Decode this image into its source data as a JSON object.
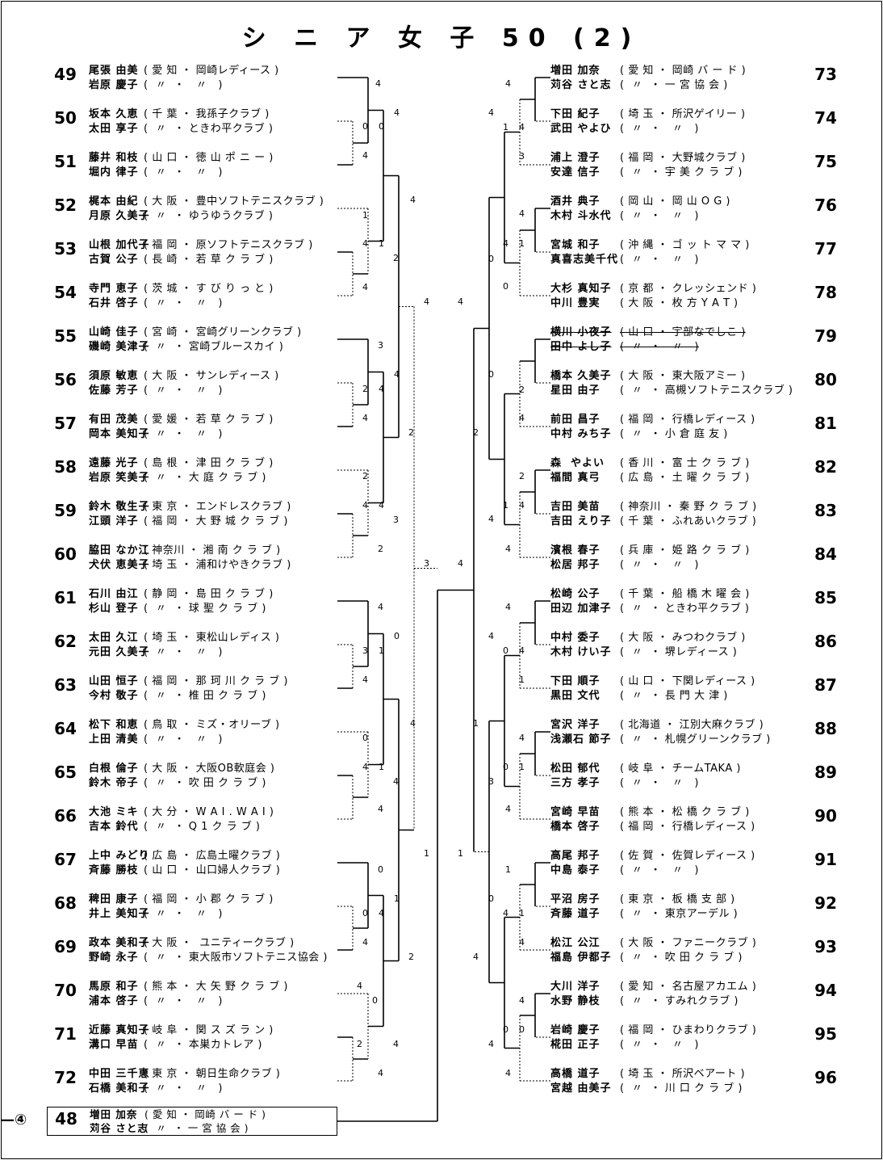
{
  "title": "シ ニ ア 女 子 50 (2)",
  "champion_marker": "—④",
  "champion": {
    "seed": "48",
    "players": [
      [
        "増田 加奈",
        "( 愛 知 ・ 岡崎 バ ー ド )"
      ],
      [
        "苅谷 さと志",
        "(  〃  ・ 一 宮 協 会 )"
      ]
    ]
  },
  "left": [
    {
      "seed": "49",
      "players": [
        [
          "尾張 由美",
          "( 愛 知 ・ 岡崎レディース )"
        ],
        [
          "岩原 慶子",
          "(  〃  ・   〃   )"
        ]
      ]
    },
    {
      "seed": "50",
      "players": [
        [
          "坂本 久恵",
          "( 千 葉 ・ 我孫子クラブ )"
        ],
        [
          "太田 享子",
          "(  〃  ・ ときわ平クラブ )"
        ]
      ]
    },
    {
      "seed": "51",
      "players": [
        [
          "藤井 和枝",
          "( 山 口 ・ 徳 山 ポ ニ ー )"
        ],
        [
          "堀内 律子",
          "(  〃  ・   〃   )"
        ]
      ]
    },
    {
      "seed": "52",
      "players": [
        [
          "梶本 由紀",
          "( 大 阪 ・ 豊中ソフトテニスクラブ )"
        ],
        [
          "月原 久美子",
          "(  〃  ・ ゆうゆうクラブ )"
        ]
      ]
    },
    {
      "seed": "53",
      "players": [
        [
          "山根 加代子",
          "( 福 岡 ・ 原ソフトテニスクラブ )"
        ],
        [
          "古賀 公子",
          "( 長 崎 ・ 若 草 ク ラ ブ )"
        ]
      ]
    },
    {
      "seed": "54",
      "players": [
        [
          "寺門 恵子",
          "( 茨 城 ・ す び り っ と )"
        ],
        [
          "石井 啓子",
          "(  〃  ・   〃   )"
        ]
      ]
    },
    {
      "seed": "55",
      "players": [
        [
          "山崎 佳子",
          "( 宮 崎 ・ 宮崎グリーンクラブ )"
        ],
        [
          "磯崎 美津子",
          "(  〃  ・ 宮崎ブルースカイ )"
        ]
      ]
    },
    {
      "seed": "56",
      "players": [
        [
          "須原 敏恵",
          "( 大 阪 ・ サンレディース )"
        ],
        [
          "佐藤 芳子",
          "(  〃  ・   〃   )"
        ]
      ]
    },
    {
      "seed": "57",
      "players": [
        [
          "有田 茂美",
          "( 愛 媛 ・ 若 草 ク ラ ブ )"
        ],
        [
          "岡本 美知子",
          "(  〃  ・   〃   )"
        ]
      ]
    },
    {
      "seed": "58",
      "players": [
        [
          "遠藤 光子",
          "( 島 根 ・ 津 田 ク ラ ブ )"
        ],
        [
          "岩原 笑美子",
          "(  〃  ・ 大 庭 ク ラ ブ )"
        ]
      ]
    },
    {
      "seed": "59",
      "players": [
        [
          "鈴木 敬生子",
          "( 東 京 ・ エンドレスクラブ )"
        ],
        [
          "江頭 洋子",
          "( 福 岡 ・ 大 野 城 ク ラ ブ )"
        ]
      ]
    },
    {
      "seed": "60",
      "players": [
        [
          "脇田 なか江",
          "( 神奈川 ・ 湘 南 ク ラ ブ )"
        ],
        [
          "犬伏 恵美子",
          "( 埼 玉 ・ 浦和けやきクラブ )"
        ]
      ]
    },
    {
      "seed": "61",
      "players": [
        [
          "石川 由江",
          "( 静 岡 ・ 島 田 ク ラ ブ )"
        ],
        [
          "杉山 登子",
          "(  〃  ・ 球 聖 ク ラ ブ )"
        ]
      ]
    },
    {
      "seed": "62",
      "players": [
        [
          "太田 久江",
          "( 埼 玉 ・ 東松山レディス )"
        ],
        [
          "元田 久美子",
          "(  〃  ・   〃   )"
        ]
      ]
    },
    {
      "seed": "63",
      "players": [
        [
          "山田 恒子",
          "( 福 岡 ・ 那 珂 川 ク ラ ブ )"
        ],
        [
          "今村 敬子",
          "(  〃  ・ 椎 田 ク ラ ブ )"
        ]
      ]
    },
    {
      "seed": "64",
      "players": [
        [
          "松下 和恵",
          "( 鳥 取 ・ ミズ・オリーブ )"
        ],
        [
          "上田 清美",
          "(  〃  ・   〃   )"
        ]
      ]
    },
    {
      "seed": "65",
      "players": [
        [
          "白根 倫子",
          "( 大 阪 ・ 大阪OB軟庭会 )"
        ],
        [
          "鈴木 帝子",
          "(  〃  ・ 吹 田 ク ラ ブ )"
        ]
      ]
    },
    {
      "seed": "66",
      "players": [
        [
          "大池 ミキ",
          "( 大 分 ・ W A I . W A I )"
        ],
        [
          "吉本 鈴代",
          "(  〃  ・ Q 1 ク ラ ブ )"
        ]
      ]
    },
    {
      "seed": "67",
      "players": [
        [
          "上中 みどり",
          "( 広 島 ・ 広島土曜クラブ )"
        ],
        [
          "斉藤 勝枝",
          "( 山 口 ・ 山口婦人クラブ )"
        ]
      ]
    },
    {
      "seed": "68",
      "players": [
        [
          "稗田 康子",
          "( 福 岡 ・ 小 郡 ク ラ ブ )"
        ],
        [
          "井上 美知子",
          "(  〃  ・   〃   )"
        ]
      ]
    },
    {
      "seed": "69",
      "players": [
        [
          "政本 美和子",
          "( 大 阪 ・  ユニティークラブ )"
        ],
        [
          "野崎 永子",
          "(  〃  ・ 東大阪市ソフトテニス協会 )"
        ]
      ]
    },
    {
      "seed": "70",
      "players": [
        [
          "馬原 和子",
          "( 熊 本 ・ 大 矢 野 ク ラ ブ )"
        ],
        [
          "浦本 啓子",
          "(  〃  ・   〃   )"
        ]
      ]
    },
    {
      "seed": "71",
      "players": [
        [
          "近藤 真知子",
          "( 岐 阜 ・ 関 ス ズ ラ ン )"
        ],
        [
          "溝口 早苗",
          "(  〃  ・ 本巣カトレア )"
        ]
      ]
    },
    {
      "seed": "72",
      "players": [
        [
          "中田 三千恵",
          "( 東 京 ・ 朝日生命クラブ )"
        ],
        [
          "石橋 美和子",
          "(  〃  ・   〃   )"
        ]
      ]
    }
  ],
  "right": [
    {
      "seed": "73",
      "players": [
        [
          "増田 加奈",
          "( 愛 知 ・ 岡崎 バ ー ド )"
        ],
        [
          "苅谷 さと志",
          "(  〃  ・ 一 宮 協 会 )"
        ]
      ]
    },
    {
      "seed": "74",
      "players": [
        [
          "下田 紀子",
          "( 埼 玉 ・ 所沢ゲイリー )"
        ],
        [
          "武田 やよひ",
          "(  〃  ・   〃   )"
        ]
      ]
    },
    {
      "seed": "75",
      "players": [
        [
          "浦上 澄子",
          "( 福 岡 ・ 大野城クラブ )"
        ],
        [
          "安達 信子",
          "(  〃  ・ 宇 美 ク ラ ブ )"
        ]
      ]
    },
    {
      "seed": "76",
      "players": [
        [
          "酒井 典子",
          "( 岡 山 ・ 岡 山 O G )"
        ],
        [
          "木村 斗水代",
          "(  〃  ・   〃   )"
        ]
      ]
    },
    {
      "seed": "77",
      "players": [
        [
          "宮城 和子",
          "( 沖 縄 ・ ゴ ッ ト マ マ )"
        ],
        [
          "真喜志美千代",
          "(  〃  ・   〃   )"
        ]
      ]
    },
    {
      "seed": "78",
      "players": [
        [
          "大杉 真知子",
          "( 京 都 ・ クレッシェンド )"
        ],
        [
          "中川 豊実",
          "( 大 阪 ・ 枚 方 Y A T )"
        ]
      ]
    },
    {
      "seed": "79",
      "withdrawn": true,
      "players": [
        [
          "横川 小夜子",
          "( 山 口 ・ 宇部なでしこ )"
        ],
        [
          "田中 よし子",
          "(  〃  ・   〃   )"
        ]
      ]
    },
    {
      "seed": "80",
      "players": [
        [
          "橋本 久美子",
          "( 大 阪 ・ 東大阪アミー )"
        ],
        [
          "星田 由子",
          "(  〃  ・ 高槻ソフトテニスクラブ )"
        ]
      ]
    },
    {
      "seed": "81",
      "players": [
        [
          "前田 昌子",
          "( 福 岡 ・ 行橋レディース )"
        ],
        [
          "中村 みち子",
          "(  〃  ・ 小 倉 庭 友 )"
        ]
      ]
    },
    {
      "seed": "82",
      "players": [
        [
          "森  やよい",
          "( 香 川 ・ 富 士 ク ラ ブ )"
        ],
        [
          "福間 真弓",
          "( 広 島 ・ 土 曜 ク ラ ブ )"
        ]
      ]
    },
    {
      "seed": "83",
      "players": [
        [
          "吉田 美苗",
          "( 神奈川 ・ 秦 野 ク ラ ブ )"
        ],
        [
          "吉田 えり子",
          "( 千 葉 ・ ふれあいクラブ )"
        ]
      ]
    },
    {
      "seed": "84",
      "players": [
        [
          "濱根 春子",
          "( 兵 庫 ・ 姫 路 ク ラ ブ )"
        ],
        [
          "松居 邦子",
          "(  〃  ・   〃   )"
        ]
      ]
    },
    {
      "seed": "85",
      "players": [
        [
          "松崎 公子",
          "( 千 葉 ・ 船 橋 木 曜 会 )"
        ],
        [
          "田辺 加津子",
          "(  〃  ・ ときわ平クラブ )"
        ]
      ]
    },
    {
      "seed": "86",
      "players": [
        [
          "中村 委子",
          "( 大 阪 ・ みつわクラブ )"
        ],
        [
          "木村 けい子",
          "(  〃  ・ 堺レディース )"
        ]
      ]
    },
    {
      "seed": "87",
      "players": [
        [
          "下田 順子",
          "( 山 口 ・ 下関レディース )"
        ],
        [
          "黒田 文代",
          "(  〃  ・ 長 門 大 津 )"
        ]
      ]
    },
    {
      "seed": "88",
      "players": [
        [
          "宮沢 洋子",
          "( 北海道 ・ 江別大麻クラブ )"
        ],
        [
          "浅瀬石 節子",
          "(  〃  ・ 札幌グリーンクラブ )"
        ]
      ]
    },
    {
      "seed": "89",
      "players": [
        [
          "松田 郁代",
          "( 岐 阜 ・ チームTAKA )"
        ],
        [
          "三方 孝子",
          "(  〃  ・   〃   )"
        ]
      ]
    },
    {
      "seed": "90",
      "players": [
        [
          "宮崎 早苗",
          "( 熊 本 ・ 松 橋 ク ラ ブ )"
        ],
        [
          "橋本 啓子",
          "( 福 岡 ・ 行橋レディース )"
        ]
      ]
    },
    {
      "seed": "91",
      "players": [
        [
          "高尾 邦子",
          "( 佐 賀 ・ 佐賀レディース )"
        ],
        [
          "中島 泰子",
          "(  〃  ・   〃   )"
        ]
      ]
    },
    {
      "seed": "92",
      "players": [
        [
          "平沼 房子",
          "( 東 京 ・ 板 橋 支 部 )"
        ],
        [
          "斉藤 道子",
          "(  〃  ・ 東京アーデル )"
        ]
      ]
    },
    {
      "seed": "93",
      "players": [
        [
          "松江 公江",
          "( 大 阪 ・ ファニークラブ )"
        ],
        [
          "福島 伊都子",
          "(  〃  ・ 吹 田 ク ラ ブ )"
        ]
      ]
    },
    {
      "seed": "94",
      "players": [
        [
          "大川 洋子",
          "( 愛 知 ・ 名古屋アカエム )"
        ],
        [
          "水野 静枝",
          "(  〃  ・ すみれクラブ )"
        ]
      ]
    },
    {
      "seed": "95",
      "players": [
        [
          "岩崎 慶子",
          "( 福 岡 ・ ひまわりクラブ )"
        ],
        [
          "椛田 正子",
          "(  〃  ・   〃   )"
        ]
      ]
    },
    {
      "seed": "96",
      "players": [
        [
          "高橋 道子",
          "( 埼 玉 ・ 所沢ベアート )"
        ],
        [
          "宮越 由美子",
          "(  〃  ・ 川 口 ク ラ ブ )"
        ]
      ]
    }
  ],
  "scores": {
    "left": [
      [
        "4",
        465,
        107
      ],
      [
        "4",
        488,
        143
      ],
      [
        "0",
        449,
        160
      ],
      [
        "0",
        469,
        160
      ],
      [
        "4",
        449,
        196
      ],
      [
        "4",
        508,
        251
      ],
      [
        "1",
        449,
        270
      ],
      [
        "4",
        449,
        305
      ],
      [
        "1",
        469,
        305
      ],
      [
        "2",
        487,
        323
      ],
      [
        "4",
        449,
        359
      ],
      [
        "4",
        525,
        377
      ],
      [
        "3",
        468,
        431
      ],
      [
        "4",
        488,
        467
      ],
      [
        "2",
        449,
        485
      ],
      [
        "4",
        469,
        485
      ],
      [
        "4",
        449,
        521
      ],
      [
        "2",
        506,
        539
      ],
      [
        "2",
        449,
        593
      ],
      [
        "4",
        449,
        629
      ],
      [
        "4",
        469,
        629
      ],
      [
        "3",
        487,
        647
      ],
      [
        "2",
        468,
        683
      ],
      [
        "3",
        525,
        701
      ],
      [
        "4",
        468,
        755
      ],
      [
        "0",
        488,
        791
      ],
      [
        "3",
        449,
        809
      ],
      [
        "1",
        469,
        809
      ],
      [
        "4",
        449,
        845
      ],
      [
        "4",
        508,
        899
      ],
      [
        "0",
        449,
        917
      ],
      [
        "4",
        449,
        953
      ],
      [
        "1",
        469,
        953
      ],
      [
        "4",
        487,
        971
      ],
      [
        "4",
        468,
        1005
      ],
      [
        "1",
        525,
        1060
      ],
      [
        "0",
        468,
        1080
      ],
      [
        "1",
        488,
        1116
      ],
      [
        "0",
        449,
        1134
      ],
      [
        "4",
        469,
        1134
      ],
      [
        "4",
        449,
        1170
      ],
      [
        "2",
        506,
        1188
      ],
      [
        "4",
        442,
        1224
      ],
      [
        "0",
        461,
        1242
      ],
      [
        "2",
        442,
        1296
      ],
      [
        "4",
        487,
        1296
      ],
      [
        "4",
        468,
        1332
      ]
    ],
    "right": [
      [
        "4",
        626,
        107
      ],
      [
        "4",
        605,
        143
      ],
      [
        "1",
        623,
        161
      ],
      [
        "4",
        643,
        161
      ],
      [
        "3",
        643,
        197
      ],
      [
        "4",
        643,
        268
      ],
      [
        "4",
        623,
        305
      ],
      [
        "1",
        643,
        305
      ],
      [
        "0",
        605,
        324
      ],
      [
        "0",
        623,
        358
      ],
      [
        "4",
        567,
        377
      ],
      [
        "0",
        605,
        467
      ],
      [
        "2",
        643,
        486
      ],
      [
        "4",
        643,
        521
      ],
      [
        "2",
        586,
        539
      ],
      [
        "2",
        643,
        593
      ],
      [
        "1",
        623,
        629
      ],
      [
        "4",
        643,
        629
      ],
      [
        "4",
        605,
        646
      ],
      [
        "4",
        626,
        683
      ],
      [
        "4",
        567,
        701
      ],
      [
        "4",
        626,
        755
      ],
      [
        "4",
        605,
        791
      ],
      [
        "0",
        623,
        809
      ],
      [
        "4",
        643,
        809
      ],
      [
        "1",
        643,
        845
      ],
      [
        "1",
        586,
        899
      ],
      [
        "4",
        643,
        917
      ],
      [
        "0",
        623,
        953
      ],
      [
        "1",
        643,
        953
      ],
      [
        "3",
        605,
        971
      ],
      [
        "4",
        626,
        1005
      ],
      [
        "1",
        567,
        1060
      ],
      [
        "1",
        626,
        1080
      ],
      [
        "0",
        605,
        1116
      ],
      [
        "4",
        623,
        1134
      ],
      [
        "1",
        643,
        1134
      ],
      [
        "4",
        643,
        1170
      ],
      [
        "4",
        586,
        1188
      ],
      [
        "4",
        643,
        1242
      ],
      [
        "0",
        623,
        1278
      ],
      [
        "0",
        643,
        1278
      ],
      [
        "4",
        605,
        1296
      ],
      [
        "4",
        626,
        1332
      ]
    ]
  }
}
